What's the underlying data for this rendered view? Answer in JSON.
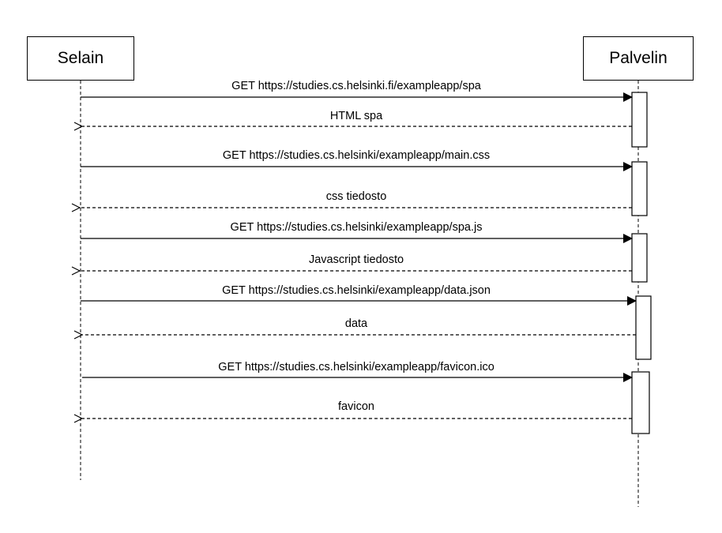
{
  "actors": {
    "client": "Selain",
    "server": "Palvelin"
  },
  "messages": [
    {
      "label": "GET https://studies.cs.helsinki.fi/exampleapp/spa",
      "direction": "request"
    },
    {
      "label": "HTML spa",
      "direction": "response"
    },
    {
      "label": "GET https://studies.cs.helsinki/exampleapp/main.css",
      "direction": "request"
    },
    {
      "label": "css tiedosto",
      "direction": "response"
    },
    {
      "label": "GET https://studies.cs.helsinki/exampleapp/spa.js",
      "direction": "request"
    },
    {
      "label": "Javascript tiedosto",
      "direction": "response"
    },
    {
      "label": "GET https://studies.cs.helsinki/exampleapp/data.json",
      "direction": "request"
    },
    {
      "label": "data",
      "direction": "response"
    },
    {
      "label": "GET https://studies.cs.helsinki/exampleapp/favicon.ico",
      "direction": "request"
    },
    {
      "label": "favicon",
      "direction": "response"
    }
  ],
  "colors": {
    "line": "#000000",
    "background": "#ffffff"
  }
}
